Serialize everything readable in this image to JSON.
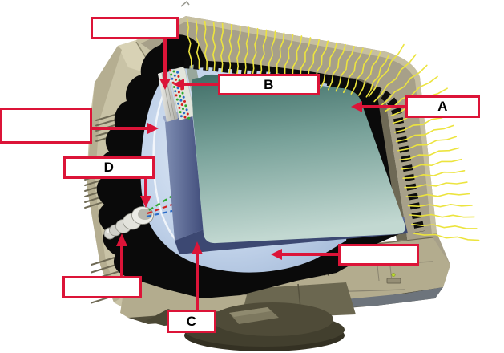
{
  "diagram": {
    "subject": "CRT monitor cutaway with labeled parts",
    "callouts": [
      {
        "id": "box-top",
        "label": ""
      },
      {
        "id": "box-b",
        "label": "B"
      },
      {
        "id": "box-a",
        "label": "A"
      },
      {
        "id": "box-left",
        "label": ""
      },
      {
        "id": "box-d",
        "label": "D"
      },
      {
        "id": "box-bottom-left",
        "label": ""
      },
      {
        "id": "box-c",
        "label": "C"
      },
      {
        "id": "box-bottom-right",
        "label": ""
      }
    ],
    "colors": {
      "callout-red": "#dc1438",
      "case-beige": "#c9c3a6",
      "case-rim": "#a7a089",
      "screen-teal-dark": "#3f6d66",
      "screen-teal-light": "#c2d8d1",
      "funnel-blue": "#c2d3ea",
      "mask-slate": "#5a6a96",
      "ray-yellow": "#ece43e",
      "beam-red": "#d42020",
      "beam-green": "#2ea82e",
      "beam-blue": "#2a6cc8",
      "led-green": "#b9d832"
    }
  }
}
